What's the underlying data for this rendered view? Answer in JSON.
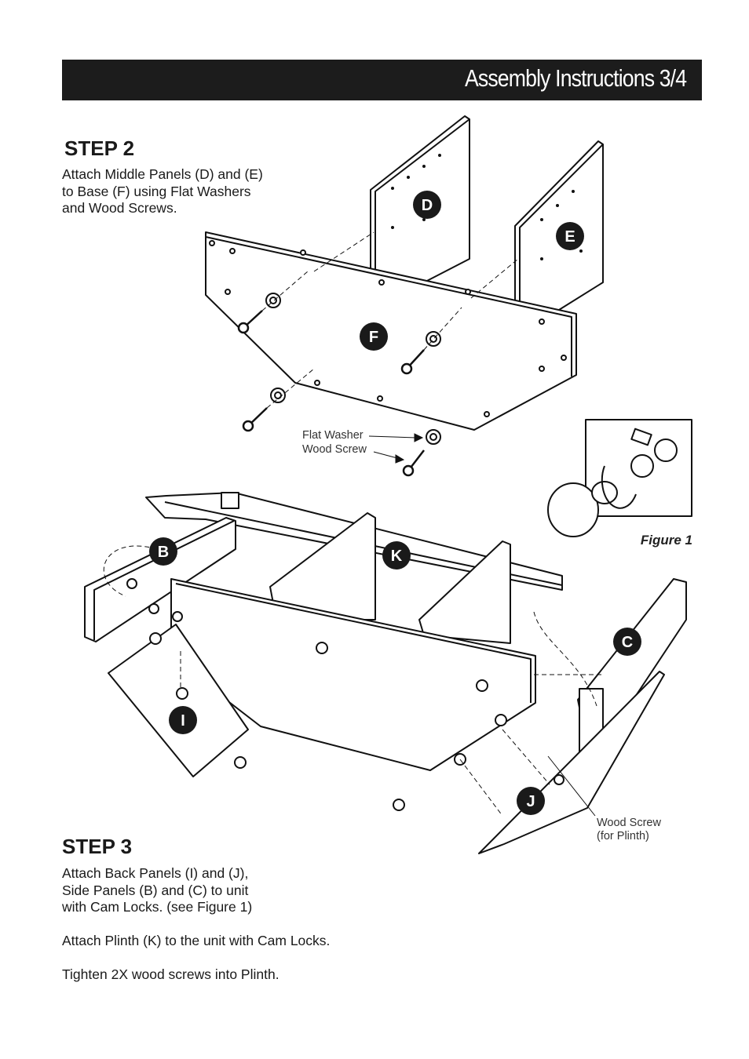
{
  "header": {
    "title": "Assembly Instructions 3/4"
  },
  "step2": {
    "title": "STEP 2",
    "lines": [
      "Attach Middle Panels (D) and (E)",
      "to Base (F) using Flat Washers",
      "and Wood Screws."
    ]
  },
  "step3": {
    "title": "STEP 3",
    "lines": [
      "Attach Back Panels (I) and (J),",
      "Side Panels (B) and (C) to unit",
      "with Cam Locks. (see Figure 1)"
    ],
    "plinth_text": "Attach Plinth (K) to the unit with Cam Locks.",
    "screws_text": "Tighten 2X wood screws into Plinth."
  },
  "diagram": {
    "part_labels": {
      "d": "D",
      "e": "E",
      "f": "F",
      "b": "B",
      "k": "K",
      "c": "C",
      "i": "I",
      "j": "J"
    },
    "callouts": {
      "flat_washer": "Flat Washer",
      "wood_screw": "Wood Screw",
      "plinth_screw_line1": "Wood Screw",
      "plinth_screw_line2": "(for Plinth)"
    },
    "figure_caption": "Figure 1"
  }
}
